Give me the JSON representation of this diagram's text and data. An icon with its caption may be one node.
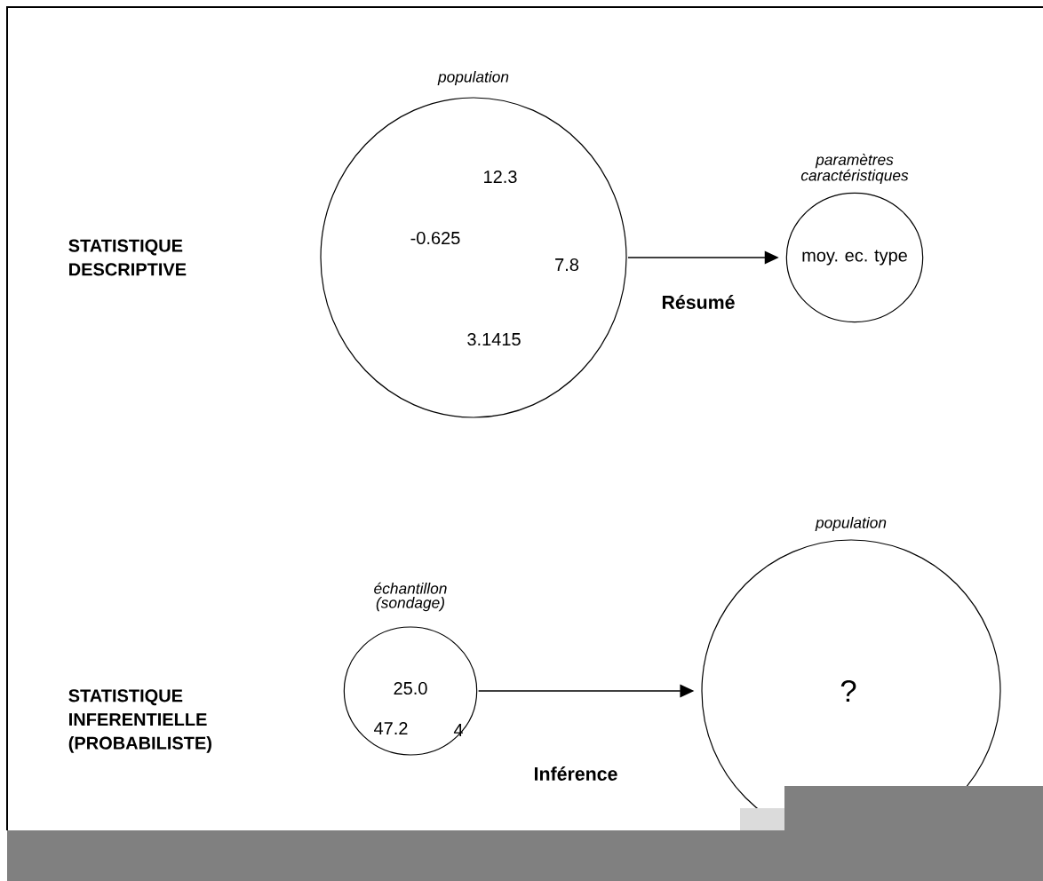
{
  "diagram": {
    "nodes": [
      {
        "text": [
          "population",
          "12.3",
          "-0.625",
          "7.8",
          "3.1415"
        ]
      },
      {
        "text": [
          "paramètres caractéristiques",
          "moy. ec. type"
        ]
      },
      {
        "text": [
          "échantillon (sondage)",
          "25.0",
          "47.2",
          "4"
        ]
      },
      {
        "text": [
          "population",
          "?"
        ]
      }
    ],
    "edges": [
      {
        "from": 0,
        "to": 1,
        "arrow": "to",
        "label": "Résumé"
      },
      {
        "from": 2,
        "to": 3,
        "arrow": "to",
        "label": "Inférence"
      }
    ],
    "labels": [
      "STATISTIQUE DESCRIPTIVE",
      "STATISTIQUE INFERENTIELLE (PROBABILISTE)"
    ]
  }
}
